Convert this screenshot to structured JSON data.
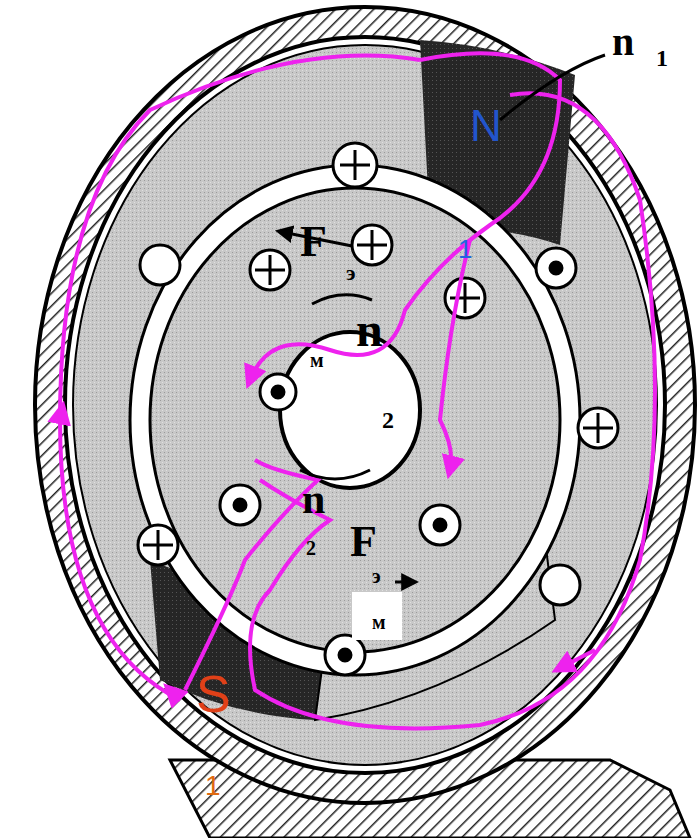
{
  "diagram": {
    "labels": [
      "n",
      "1",
      "N",
      "1",
      "F",
      "э",
      "м",
      "n",
      "2",
      "n",
      "2",
      "F",
      "э",
      "м",
      "S",
      "1"
    ]
  }
}
